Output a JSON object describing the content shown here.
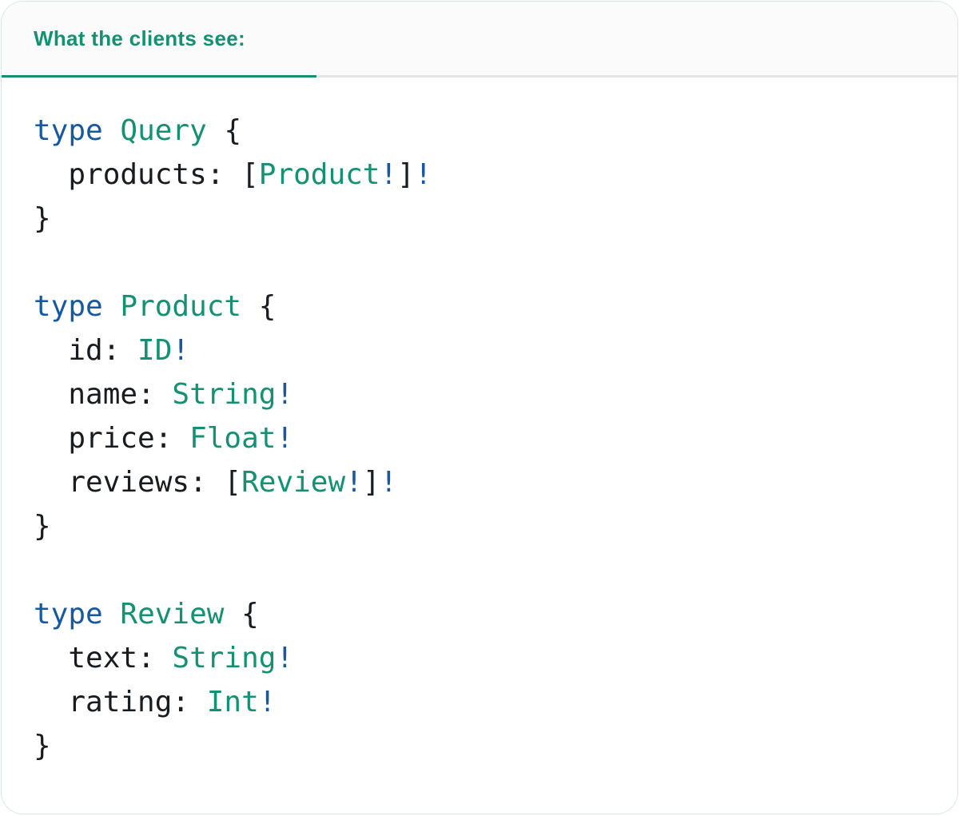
{
  "header": {
    "title": "What the clients see:"
  },
  "colors": {
    "accent_teal": "#149173",
    "keyword_blue": "#1659a0",
    "code_text": "#181c21",
    "divider_gray": "#e5e5e5",
    "header_background": "#fbfbfb",
    "card_border": "#d8eade"
  },
  "code": {
    "language": "graphql",
    "lines": [
      [
        {
          "c": "kw",
          "v": "type"
        },
        {
          "c": "pl",
          "v": " "
        },
        {
          "c": "ty",
          "v": "Query"
        },
        {
          "c": "pl",
          "v": " {"
        }
      ],
      [
        {
          "c": "pl",
          "v": "  products: ["
        },
        {
          "c": "ty",
          "v": "Product"
        },
        {
          "c": "bg",
          "v": "!"
        },
        {
          "c": "pl",
          "v": "]"
        },
        {
          "c": "bg",
          "v": "!"
        }
      ],
      [
        {
          "c": "pl",
          "v": "}"
        }
      ],
      [],
      [
        {
          "c": "kw",
          "v": "type"
        },
        {
          "c": "pl",
          "v": " "
        },
        {
          "c": "ty",
          "v": "Product"
        },
        {
          "c": "pl",
          "v": " {"
        }
      ],
      [
        {
          "c": "pl",
          "v": "  id: "
        },
        {
          "c": "ty",
          "v": "ID"
        },
        {
          "c": "bg",
          "v": "!"
        }
      ],
      [
        {
          "c": "pl",
          "v": "  name: "
        },
        {
          "c": "ty",
          "v": "String"
        },
        {
          "c": "bg",
          "v": "!"
        }
      ],
      [
        {
          "c": "pl",
          "v": "  price: "
        },
        {
          "c": "ty",
          "v": "Float"
        },
        {
          "c": "bg",
          "v": "!"
        }
      ],
      [
        {
          "c": "pl",
          "v": "  reviews: ["
        },
        {
          "c": "ty",
          "v": "Review"
        },
        {
          "c": "bg",
          "v": "!"
        },
        {
          "c": "pl",
          "v": "]"
        },
        {
          "c": "bg",
          "v": "!"
        }
      ],
      [
        {
          "c": "pl",
          "v": "}"
        }
      ],
      [],
      [
        {
          "c": "kw",
          "v": "type"
        },
        {
          "c": "pl",
          "v": " "
        },
        {
          "c": "ty",
          "v": "Review"
        },
        {
          "c": "pl",
          "v": " {"
        }
      ],
      [
        {
          "c": "pl",
          "v": "  text: "
        },
        {
          "c": "ty",
          "v": "String"
        },
        {
          "c": "bg",
          "v": "!"
        }
      ],
      [
        {
          "c": "pl",
          "v": "  rating: "
        },
        {
          "c": "ty",
          "v": "Int"
        },
        {
          "c": "bg",
          "v": "!"
        }
      ],
      [
        {
          "c": "pl",
          "v": "}"
        }
      ]
    ]
  }
}
